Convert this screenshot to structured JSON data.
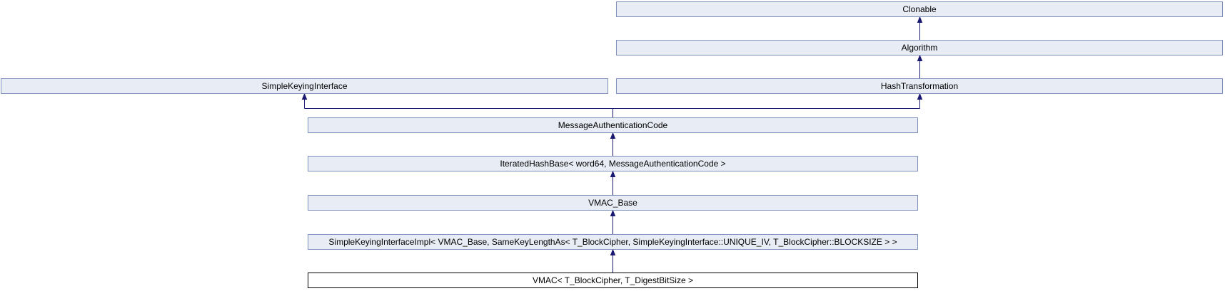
{
  "diagram_type": "class-inheritance",
  "colors": {
    "node_fill": "#e8ecf5",
    "node_border": "#8090bd",
    "edge": "#191970",
    "current_fill": "#ffffff",
    "current_border": "#000000",
    "text": "#000000",
    "bg": "#ffffff"
  },
  "nodes": [
    {
      "id": "clonable",
      "label": "Clonable",
      "current": false
    },
    {
      "id": "algorithm",
      "label": "Algorithm",
      "current": false
    },
    {
      "id": "simple-keying-interface",
      "label": "SimpleKeyingInterface",
      "current": false
    },
    {
      "id": "hash-transformation",
      "label": "HashTransformation",
      "current": false
    },
    {
      "id": "message-authentication-code",
      "label": "MessageAuthenticationCode",
      "current": false
    },
    {
      "id": "iterated-hash-base",
      "label": "IteratedHashBase< word64, MessageAuthenticationCode >",
      "current": false
    },
    {
      "id": "vmac-base",
      "label": "VMAC_Base",
      "current": false
    },
    {
      "id": "simple-keying-interface-impl",
      "label": "SimpleKeyingInterfaceImpl< VMAC_Base, SameKeyLengthAs< T_BlockCipher, SimpleKeyingInterface::UNIQUE_IV, T_BlockCipher::BLOCKSIZE > >",
      "current": false
    },
    {
      "id": "vmac",
      "label": "VMAC< T_BlockCipher, T_DigestBitSize >",
      "current": true
    }
  ],
  "edges": [
    {
      "from": "algorithm",
      "to": "clonable"
    },
    {
      "from": "hash-transformation",
      "to": "algorithm"
    },
    {
      "from": "message-authentication-code",
      "to": "simple-keying-interface"
    },
    {
      "from": "message-authentication-code",
      "to": "hash-transformation"
    },
    {
      "from": "iterated-hash-base",
      "to": "message-authentication-code"
    },
    {
      "from": "vmac-base",
      "to": "iterated-hash-base"
    },
    {
      "from": "simple-keying-interface-impl",
      "to": "vmac-base"
    },
    {
      "from": "vmac",
      "to": "simple-keying-interface-impl"
    }
  ]
}
